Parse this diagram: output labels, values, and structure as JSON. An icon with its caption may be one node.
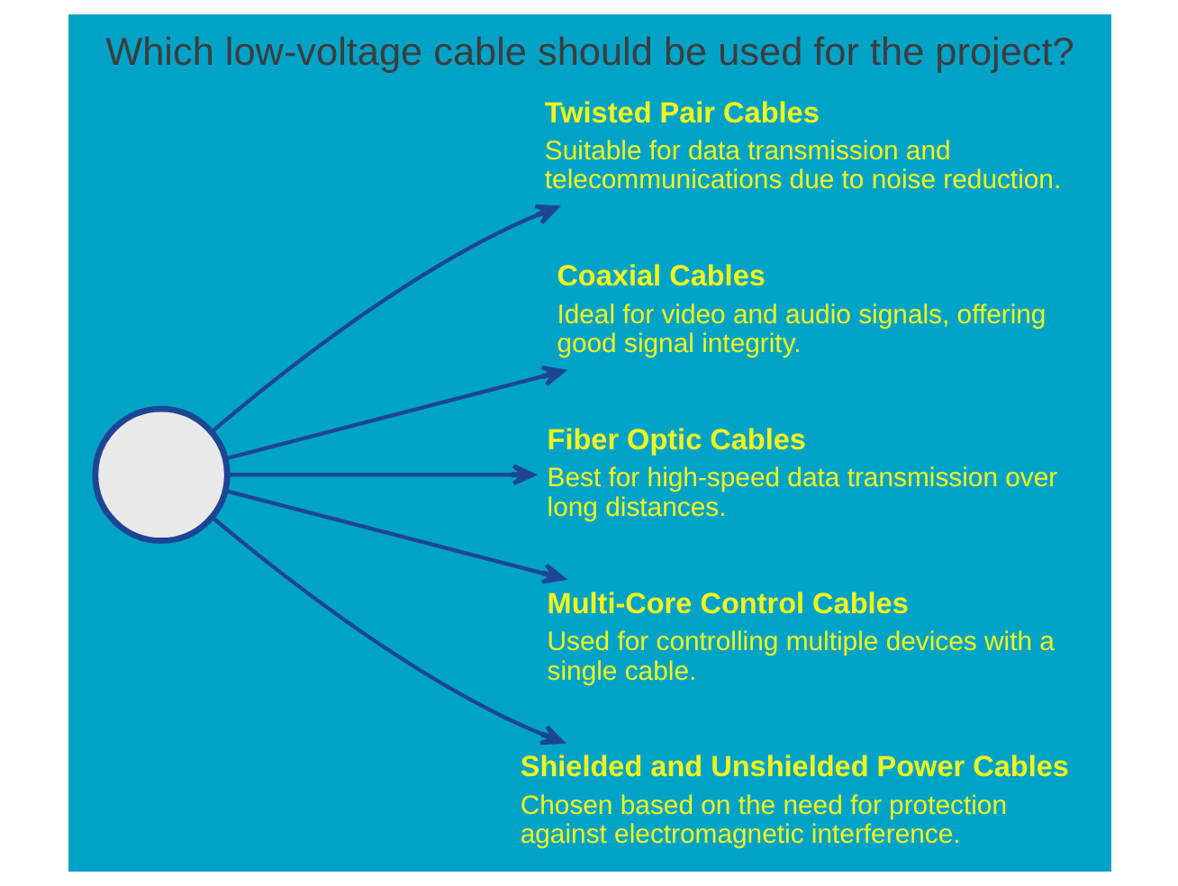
{
  "diagram": {
    "title": "Which low-voltage cable should be used for the project?",
    "nodes": [
      {
        "text": [],
        "shape": "circle"
      },
      {
        "text": [
          "Twisted Pair Cables",
          "Suitable for data transmission and telecommunications due to noise reduction."
        ]
      },
      {
        "text": [
          "Coaxial Cables",
          "Ideal for video and audio signals, offering good signal integrity."
        ]
      },
      {
        "text": [
          "Fiber Optic Cables",
          "Best for high-speed data transmission over long distances."
        ]
      },
      {
        "text": [
          "Multi-Core Control Cables",
          "Used for controlling multiple devices with a single cable."
        ]
      },
      {
        "text": [
          "Shielded and Unshielded Power Cables",
          "Chosen based on the need for protection against electromagnetic interference."
        ]
      }
    ],
    "edges": [
      {
        "from": 0,
        "to": 1,
        "arrow": "to"
      },
      {
        "from": 0,
        "to": 2,
        "arrow": "to"
      },
      {
        "from": 0,
        "to": 3,
        "arrow": "to"
      },
      {
        "from": 0,
        "to": 4,
        "arrow": "to"
      },
      {
        "from": 0,
        "to": 5,
        "arrow": "to"
      }
    ]
  }
}
